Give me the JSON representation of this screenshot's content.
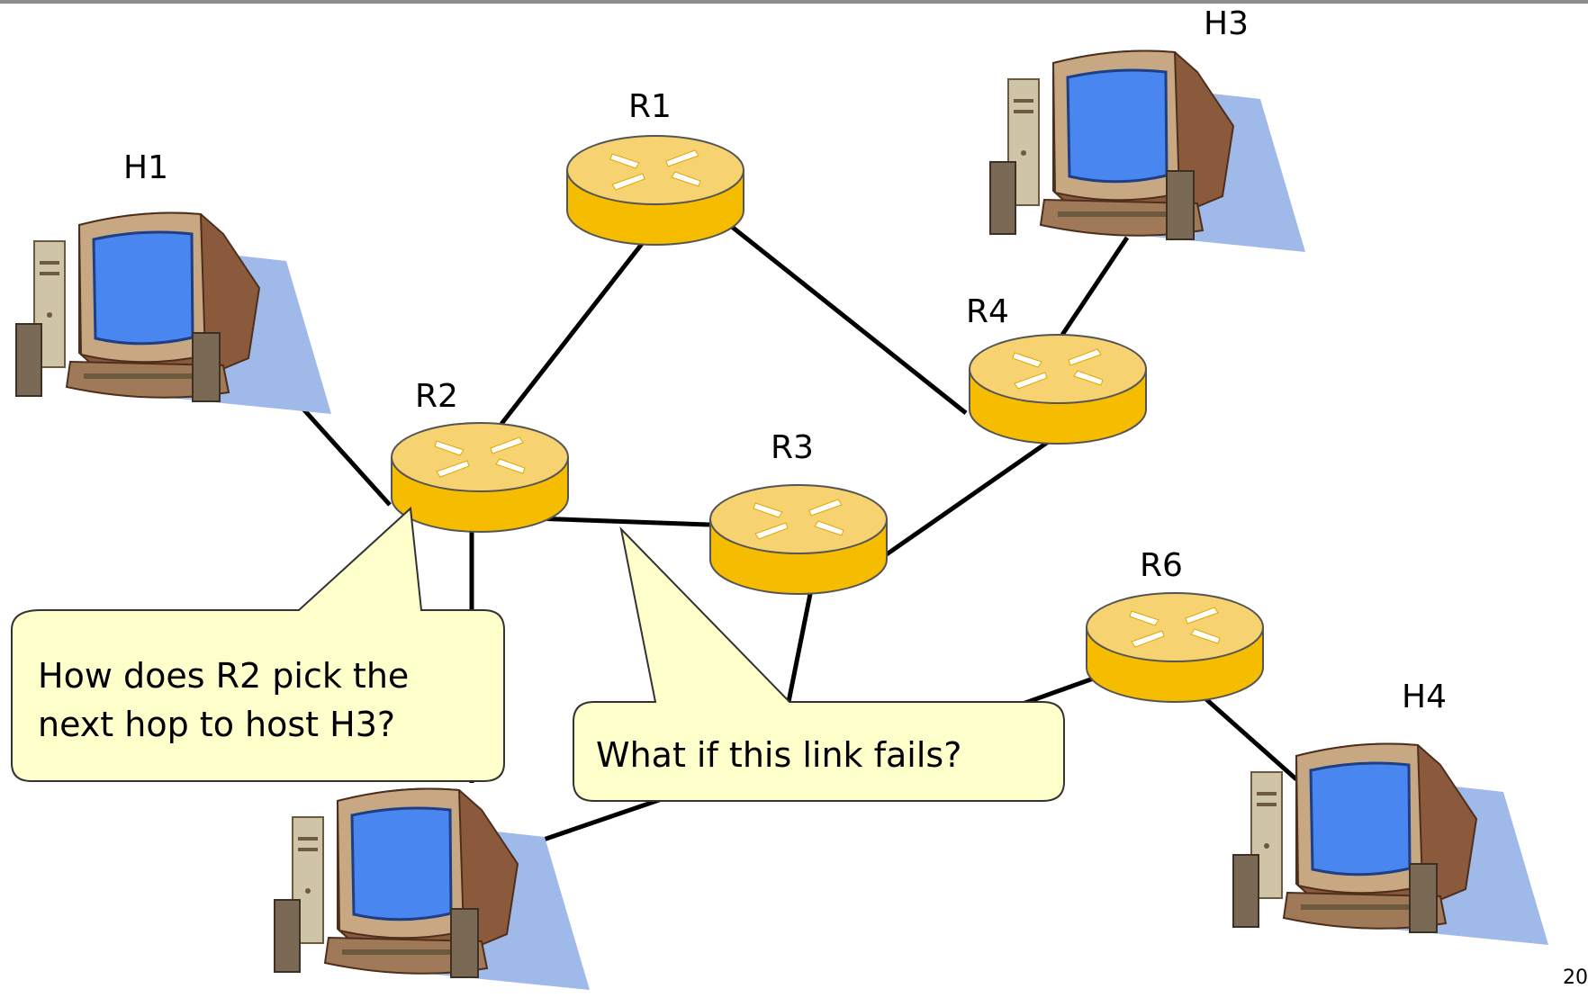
{
  "routers": {
    "r1": {
      "label": "R1"
    },
    "r2": {
      "label": "R2"
    },
    "r3": {
      "label": "R3"
    },
    "r4": {
      "label": "R4"
    },
    "r6": {
      "label": "R6"
    }
  },
  "hosts": {
    "h1": {
      "label": "H1"
    },
    "h3": {
      "label": "H3"
    },
    "h4": {
      "label": "H4"
    }
  },
  "callouts": {
    "r2_question_line1": "How does R2 pick the",
    "r2_question_line2": "next hop to host H3?",
    "link_fail": "What if this link fails?"
  },
  "page_number": "20",
  "colors": {
    "router_body": "#f5bc00",
    "router_top": "#f7d270",
    "callout_fill": "#ffffcc",
    "screen": "#4a86f0",
    "shadow": "#9fb9e8"
  }
}
